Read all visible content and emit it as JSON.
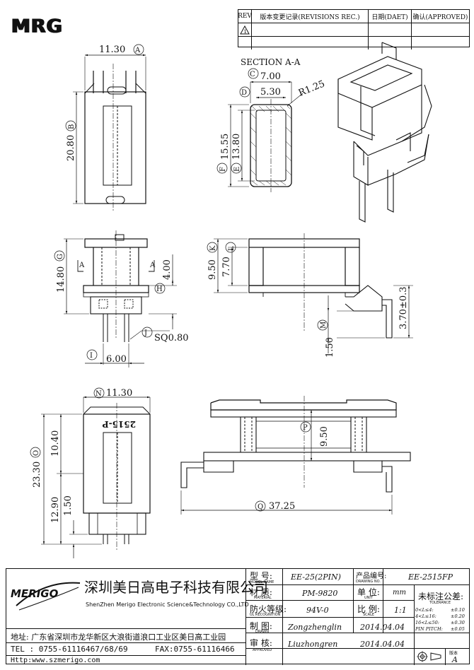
{
  "header": {
    "logo_text": "MRG",
    "rev_label": "REV",
    "revisions_label": "版本变更记录(REVISIONS REC.)",
    "date_label": "日期(DAET)",
    "approved_label": "确认(APPROVED)",
    "rev_mark": "1"
  },
  "drawing": {
    "section_label": "SECTION A-A",
    "dims": {
      "A": "11.30",
      "B": "20.80",
      "C": "7.00",
      "D": "5.30",
      "E": "13.80",
      "F": "15.55",
      "R": "R1.25",
      "G": "14.80",
      "H": "4.00",
      "I": "6.00",
      "J": "SQ0.80",
      "K": "9.50",
      "L": "7.70",
      "M": "1.50",
      "side_h": "3.70±0.3",
      "N": "11.30",
      "O": "23.30",
      "top_h": "10.40",
      "bot_h": "12.90",
      "pin_h": "1.50",
      "P": "9.50",
      "Q": "37.25"
    },
    "bubbles": {
      "A": "A",
      "B": "B",
      "C": "C",
      "D": "D",
      "E": "E",
      "F": "F",
      "G": "G",
      "H": "H",
      "I": "I",
      "J": "J",
      "K": "K",
      "L": "L",
      "M": "M",
      "N": "N",
      "O": "O",
      "P": "P",
      "Q": "Q"
    },
    "section_marks": {
      "left": "A",
      "right": "A"
    },
    "part_marking": "2515-P"
  },
  "title_block": {
    "company_cn": "深圳美日高电子科技有限公司",
    "company_en": "ShenZhen Merigo Electronic Science&Technology CO.,LTD",
    "brand": "MERIGO",
    "address": "地址: 广东省深圳市龙华新区大浪街道浪口工业区美日高工业园",
    "tel": "TEL : 0755-61116467/68/69",
    "fax": "FAX:0755-61116466",
    "http": "Http:www.szmerigo.com",
    "model_label": "型  号:",
    "model_sub": "MODEL NAME",
    "model_value": "EE-25(2PIN)",
    "drawing_no_label": "产品编号:",
    "drawing_no_sub": "DRAWING NO.",
    "drawing_no_value": "EE-2515FP",
    "material_label": "材  质:",
    "material_sub": "MATERIAL",
    "material_value": "PM-9820",
    "unit_label": "单  位:",
    "unit_sub": "UNIT",
    "unit_value": "mm",
    "tolerance_label": "未标注公差:",
    "tolerance_sub": "TOLERANCE",
    "tolerances": [
      {
        "range": "0<L≤4:",
        "value": "±0.10"
      },
      {
        "range": "4<L≤16:",
        "value": "±0.20"
      },
      {
        "range": "16<L≤50:",
        "value": "±0.30"
      },
      {
        "range": "PIN PITCH:",
        "value": "±0.05"
      }
    ],
    "ul_label": "防火等级:",
    "ul_sub": "UL RECOGNITION",
    "ul_value": "94V-0",
    "scale_label": "比  例:",
    "scale_sub": "SCALE",
    "scale_value": "1:1",
    "drawn_label": "制  图:",
    "drawn_sub": "DRAWN",
    "drawn_value": "Zongzhenglin",
    "drawn_date": "2014.04.04",
    "approved_label": "审  核:",
    "approved_sub": "APPROVED",
    "approved_value": "Liuzhongren",
    "approved_date": "2014.04.04",
    "version_label": "版本",
    "version_value": "A"
  }
}
